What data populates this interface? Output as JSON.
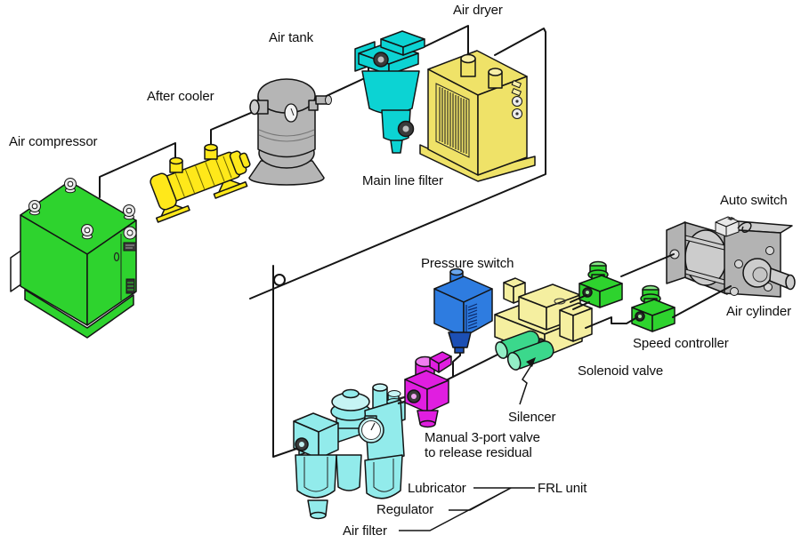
{
  "labels": {
    "air_compressor": "Air compressor",
    "after_cooler": "After cooler",
    "air_tank": "Air tank",
    "air_dryer": "Air dryer",
    "main_line_filter": "Main line filter",
    "pressure_switch": "Pressure switch",
    "auto_switch": "Auto switch",
    "air_cylinder": "Air cylinder",
    "speed_controller": "Speed controller",
    "solenoid_valve": "Solenoid valve",
    "silencer": "Silencer",
    "manual_valve_line1": "Manual 3-port valve",
    "manual_valve_line2": "to release residual",
    "lubricator": "Lubricator",
    "regulator": "Regulator",
    "air_filter": "Air filter",
    "frl_unit": "FRL unit"
  },
  "colors": {
    "background": "#ffffff",
    "outline": "#141414",
    "pipe": "#141414",
    "compressor": "#2ed32e",
    "after_cooler": "#ffe81a",
    "tank": "#b5b5b5",
    "tank_light": "#cecece",
    "filter": "#0cd3d3",
    "filter_light": "#7fe8e8",
    "dryer": "#efe268",
    "dryer_light": "#f7efa8",
    "frl": "#92ebeb",
    "frl_light": "#c6f4f4",
    "magenta": "#e01ee0",
    "magenta_light": "#f07df0",
    "pressure_switch": "#2e7ce0",
    "pressure_switch_light": "#6aa6ec",
    "pressure_switch_dark": "#1c4fb4",
    "solenoid": "#f5efa0",
    "silencer": "#3bd88c",
    "silencer_light": "#93eec6",
    "speed_ctrl": "#2ed32e",
    "speed_ctrl_light": "#86e986",
    "cylinder": "#b3b3b3",
    "cylinder_light": "#cccccc",
    "auto_switch": "#e8e8e8",
    "dark_detail": "#3a3a3a",
    "white": "#ffffff"
  }
}
